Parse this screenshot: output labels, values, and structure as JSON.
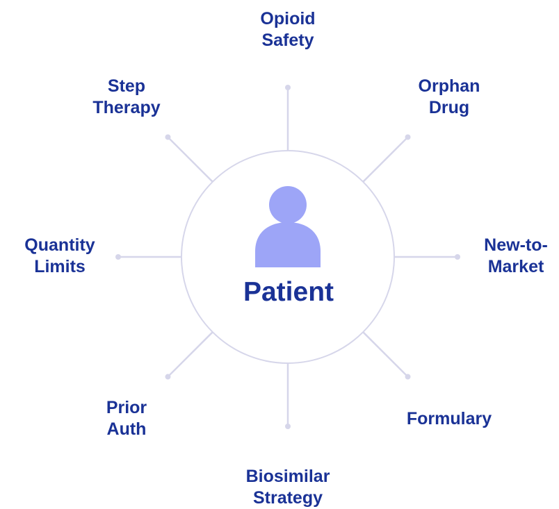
{
  "colors": {
    "label": "#1a3296",
    "connector": "#d6d6ea",
    "circle_stroke": "#d6d6ea",
    "icon": "#9da5f7"
  },
  "center": {
    "label": "Patient",
    "icon": "user-icon"
  },
  "nodes": [
    {
      "id": "opioid-safety",
      "lines": [
        "Opioid",
        "Safety"
      ]
    },
    {
      "id": "orphan-drug",
      "lines": [
        "Orphan",
        "Drug"
      ]
    },
    {
      "id": "new-to-market",
      "lines": [
        "New-to-",
        "Market"
      ]
    },
    {
      "id": "formulary",
      "lines": [
        "Formulary"
      ]
    },
    {
      "id": "biosimilar-strategy",
      "lines": [
        "Biosimilar",
        "Strategy"
      ]
    },
    {
      "id": "prior-auth",
      "lines": [
        "Prior",
        "Auth"
      ]
    },
    {
      "id": "quantity-limits",
      "lines": [
        "Quantity",
        "Limits"
      ]
    },
    {
      "id": "step-therapy",
      "lines": [
        "Step",
        "Therapy"
      ]
    }
  ]
}
